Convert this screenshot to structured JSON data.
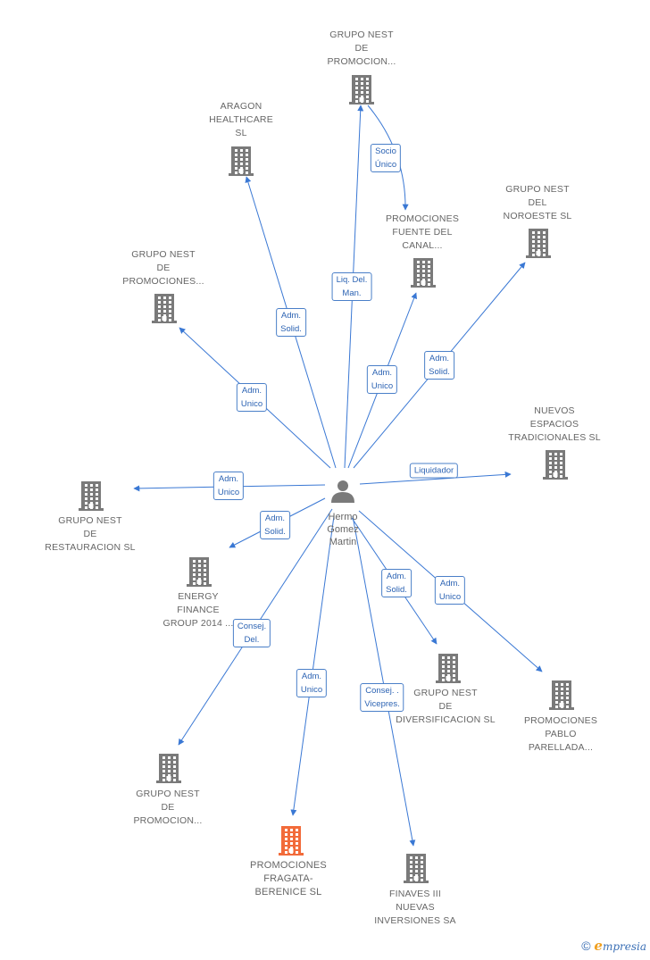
{
  "center": {
    "name_lines": [
      "Hermo",
      "Gomez",
      "Martin"
    ],
    "icon": "person-icon"
  },
  "colors": {
    "edge": "#3a78d4",
    "building": "#7a7a7a",
    "building_highlight": "#f26b3a",
    "label_text": "#666666",
    "edge_label_text": "#2c63b3"
  },
  "nodes": [
    {
      "id": "grupo-nest-de-promocion-top",
      "lines": [
        "GRUPO NEST",
        "DE",
        "PROMOCION..."
      ],
      "highlight": false
    },
    {
      "id": "aragon-healthcare",
      "lines": [
        "ARAGON",
        "HEALTHCARE",
        "SL"
      ],
      "highlight": false
    },
    {
      "id": "promociones-fuente-del-canal",
      "lines": [
        "PROMOCIONES",
        "FUENTE DEL",
        "CANAL..."
      ],
      "highlight": false
    },
    {
      "id": "grupo-nest-del-noroeste",
      "lines": [
        "GRUPO NEST",
        "DEL",
        "NOROESTE SL"
      ],
      "highlight": false
    },
    {
      "id": "grupo-nest-de-promociones",
      "lines": [
        "GRUPO NEST",
        "DE",
        "PROMOCIONES..."
      ],
      "highlight": false
    },
    {
      "id": "nuevos-espacios-tradicionales",
      "lines": [
        "NUEVOS",
        "ESPACIOS",
        "TRADICIONALES SL"
      ],
      "highlight": false
    },
    {
      "id": "grupo-nest-de-restauracion",
      "lines": [
        "GRUPO NEST",
        "DE",
        "RESTAURACION SL"
      ],
      "highlight": false
    },
    {
      "id": "energy-finance-group",
      "lines": [
        "ENERGY",
        "FINANCE",
        "GROUP 2014 ..."
      ],
      "highlight": false
    },
    {
      "id": "grupo-nest-de-diversificacion",
      "lines": [
        "GRUPO NEST",
        "DE",
        "DIVERSIFICACION SL"
      ],
      "highlight": false
    },
    {
      "id": "promociones-pablo-parellada",
      "lines": [
        "PROMOCIONES",
        "PABLO",
        "PARELLADA..."
      ],
      "highlight": false
    },
    {
      "id": "grupo-nest-de-promocion-bottom",
      "lines": [
        "GRUPO NEST",
        "DE",
        "PROMOCION..."
      ],
      "highlight": false
    },
    {
      "id": "promociones-fragata-berenice",
      "lines": [
        "PROMOCIONES",
        "FRAGATA-",
        "BERENICE SL"
      ],
      "highlight": true
    },
    {
      "id": "finaves-iii",
      "lines": [
        "FINAVES III",
        "NUEVAS",
        "INVERSIONES SA"
      ],
      "highlight": false
    }
  ],
  "edges": [
    {
      "target": "grupo-nest-de-promocion-top",
      "label_lines": [
        "Liq.  Del.",
        "Man."
      ]
    },
    {
      "target": "aragon-healthcare",
      "label_lines": [
        "Adm.",
        "Solid."
      ]
    },
    {
      "target": "promociones-fuente-del-canal",
      "label_lines": [
        "Adm.",
        "Unico"
      ]
    },
    {
      "target": "grupo-nest-del-noroeste",
      "label_lines": [
        "Adm.",
        "Solid."
      ]
    },
    {
      "target": "grupo-nest-de-promociones",
      "label_lines": [
        "Adm.",
        "Unico"
      ]
    },
    {
      "target": "nuevos-espacios-tradicionales",
      "label_lines": [
        "Liquidador"
      ]
    },
    {
      "target": "grupo-nest-de-restauracion",
      "label_lines": [
        "Adm.",
        "Unico"
      ]
    },
    {
      "target": "energy-finance-group",
      "label_lines": [
        "Adm.",
        "Solid."
      ]
    },
    {
      "target": "grupo-nest-de-diversificacion",
      "label_lines": [
        "Adm.",
        "Solid."
      ]
    },
    {
      "target": "promociones-pablo-parellada",
      "label_lines": [
        "Adm.",
        "Unico"
      ]
    },
    {
      "target": "grupo-nest-de-promocion-bottom",
      "label_lines": [
        "Consej.",
        "Del."
      ]
    },
    {
      "target": "promociones-fragata-berenice",
      "label_lines": [
        "Adm.",
        "Unico"
      ]
    },
    {
      "target": "finaves-iii",
      "label_lines": [
        "Consej. .",
        "Vicepres."
      ]
    },
    {
      "source": "grupo-nest-de-promocion-top",
      "target": "promociones-fuente-del-canal",
      "label_lines": [
        "Socio",
        "Único"
      ]
    }
  ],
  "brand": {
    "copyright": "©",
    "e": "e",
    "rest": "mpresia"
  }
}
